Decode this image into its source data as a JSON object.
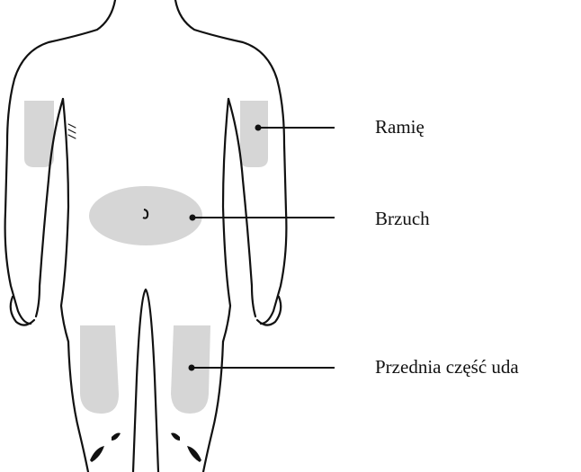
{
  "labels": {
    "arm": "Ramię",
    "abdomen": "Brzuch",
    "thigh": "Przednia część uda"
  },
  "colors": {
    "outline": "#111111",
    "site_fill": "#d6d6d6",
    "background": "#ffffff"
  }
}
